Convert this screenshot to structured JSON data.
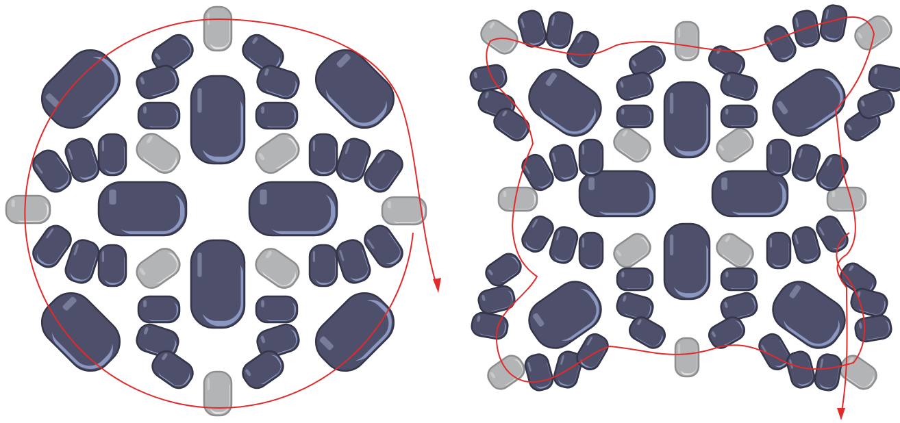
{
  "colors": {
    "background": "#ffffff",
    "bead_dark": "#4e4f6a",
    "bead_dark_outline": "#343548",
    "bead_highlight": "#8d9bc6",
    "bead_shine": "#c6d0ee",
    "bead_gray": "#b3b4b6",
    "bead_gray_outline": "#8c8d90",
    "bead_gray_shine": "#f2f2f2",
    "thread": "#e12b2b"
  },
  "panels": [
    {
      "id": "round-motif",
      "thread_shape": "circle"
    },
    {
      "id": "square-motif",
      "thread_shape": "wavy-square"
    }
  ],
  "icons": {
    "bead": "rounded-rectangle-bead",
    "thread_arrow": "arrowhead"
  }
}
